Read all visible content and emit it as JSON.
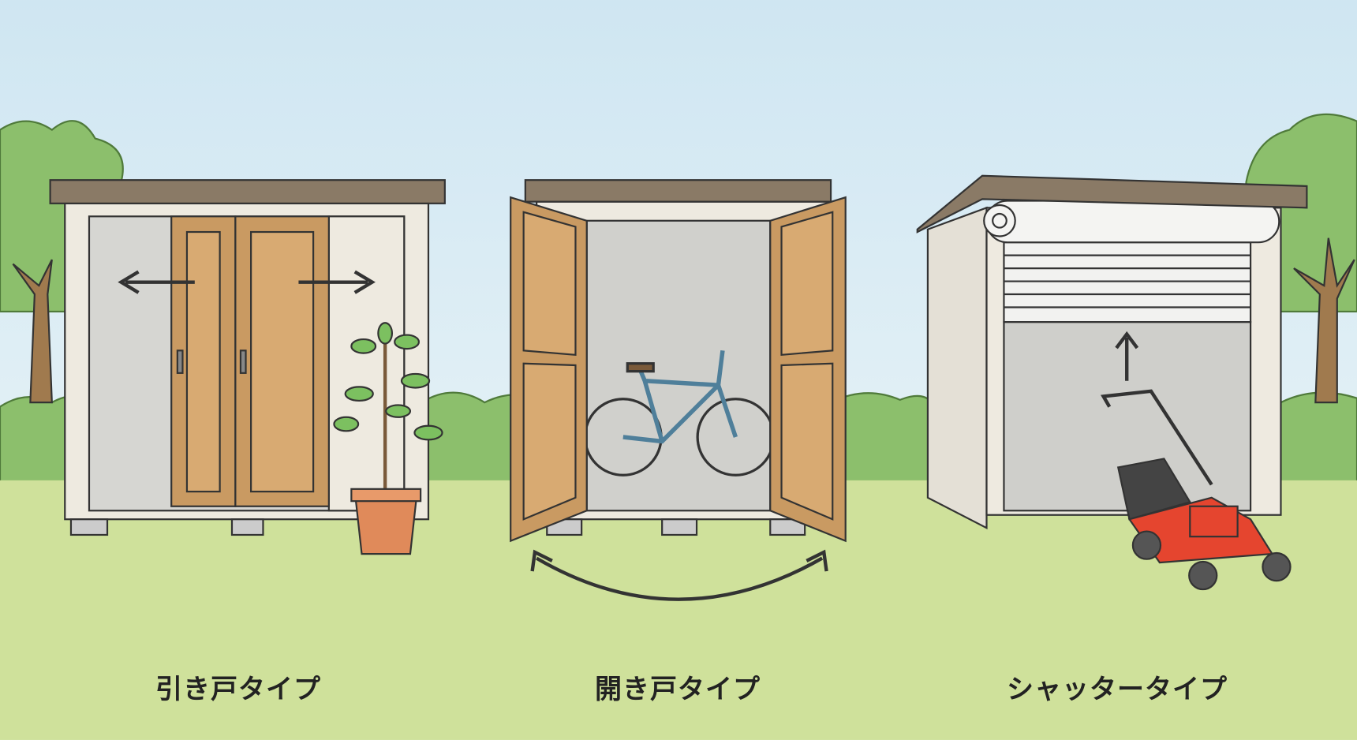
{
  "labels": {
    "sliding": "引き戸タイプ",
    "hinged": "開き戸タイプ",
    "shutter": "シャッタータイプ"
  },
  "colors": {
    "sky": "#d6eaf3",
    "grass": "#cfe19b",
    "bush": "#8cbf6c",
    "wood": "#c99a62",
    "shed_wall": "#eeeae0",
    "roof": "#8a7a66",
    "mower": "#e5452f"
  }
}
